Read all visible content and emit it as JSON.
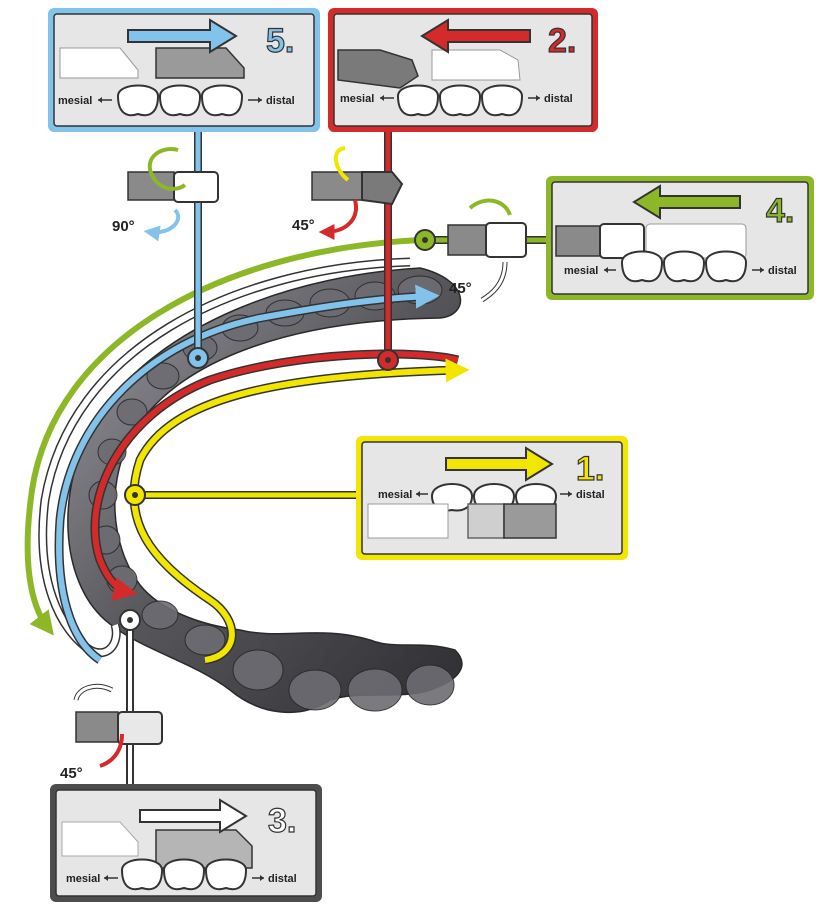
{
  "steps": {
    "one": {
      "number": "1.",
      "mesial": "mesial",
      "distal": "distal",
      "color": "#f2e600"
    },
    "two": {
      "number": "2.",
      "mesial": "mesial",
      "distal": "distal",
      "color": "#d42a2a"
    },
    "three": {
      "number": "3.",
      "mesial": "mesial",
      "distal": "distal",
      "color": "#4d4d4d"
    },
    "four": {
      "number": "4.",
      "mesial": "mesial",
      "distal": "distal",
      "color": "#8cb828"
    },
    "five": {
      "number": "5.",
      "mesial": "mesial",
      "distal": "distal",
      "color": "#82c3eb"
    }
  },
  "rotations": {
    "five": "90°",
    "two": "45°",
    "four": "45°",
    "three": "45°"
  },
  "colors": {
    "panel_bg": "#e6e6e6",
    "tooth_dark": "#5a5a5e",
    "scanner_gray": "#8a8a8a",
    "yellow": "#f2e600",
    "red": "#d42a2a",
    "green": "#8cb828",
    "blue": "#82c3eb",
    "black": "#333333"
  },
  "icons": [
    "tooth-row-icon",
    "scanner-tip-icon",
    "rotate-arrow-icon",
    "direction-arrow-icon"
  ]
}
